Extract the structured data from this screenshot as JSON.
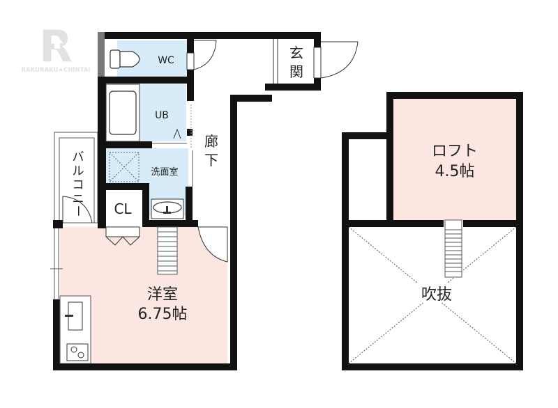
{
  "watermark": {
    "logo_letter": "R",
    "brand": "RAKURAKU★CHINTAI"
  },
  "colors": {
    "wall": "#111111",
    "wet_area": "#d7ebf9",
    "room": "#fbe6e1",
    "watermark": "#e2e2e2"
  },
  "floor_1": {
    "rooms": {
      "wc": "WC",
      "ub": "UB",
      "washroom": "洗面室",
      "closet": "CL",
      "corridor_1": "廊",
      "corridor_2": "下",
      "entrance_1": "玄",
      "entrance_2": "関",
      "balcony_1": "バ",
      "balcony_2": "ル",
      "balcony_3": "コ",
      "balcony_4": "ニ",
      "balcony_5": "ー",
      "western_room": "洋室",
      "western_room_size": "6.75帖"
    }
  },
  "floor_2": {
    "rooms": {
      "loft": "ロフト",
      "loft_size": "4.5帖",
      "open_ceiling": "吹抜"
    }
  }
}
